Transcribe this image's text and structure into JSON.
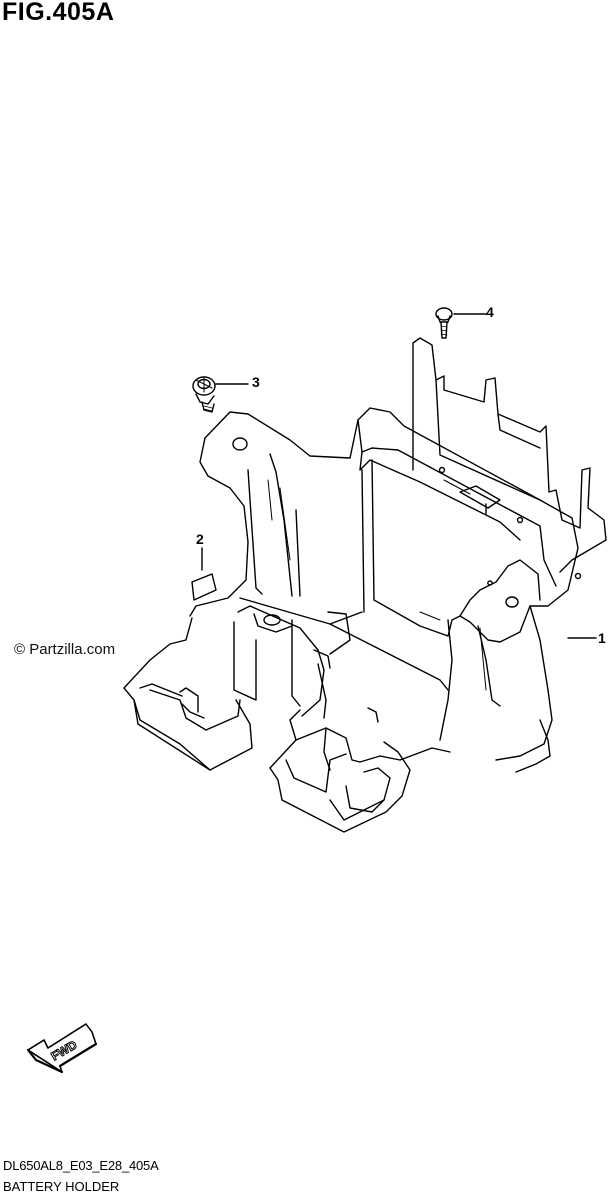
{
  "figure": {
    "title": "FIG.405A"
  },
  "watermark": "© Partzilla.com",
  "callouts": [
    {
      "label": "1"
    },
    {
      "label": "2"
    },
    {
      "label": "3"
    },
    {
      "label": "4"
    }
  ],
  "fwd_label": "FWD",
  "footer": {
    "code": "DL650AL8_E03_E28_405A",
    "name": "BATTERY HOLDER"
  }
}
